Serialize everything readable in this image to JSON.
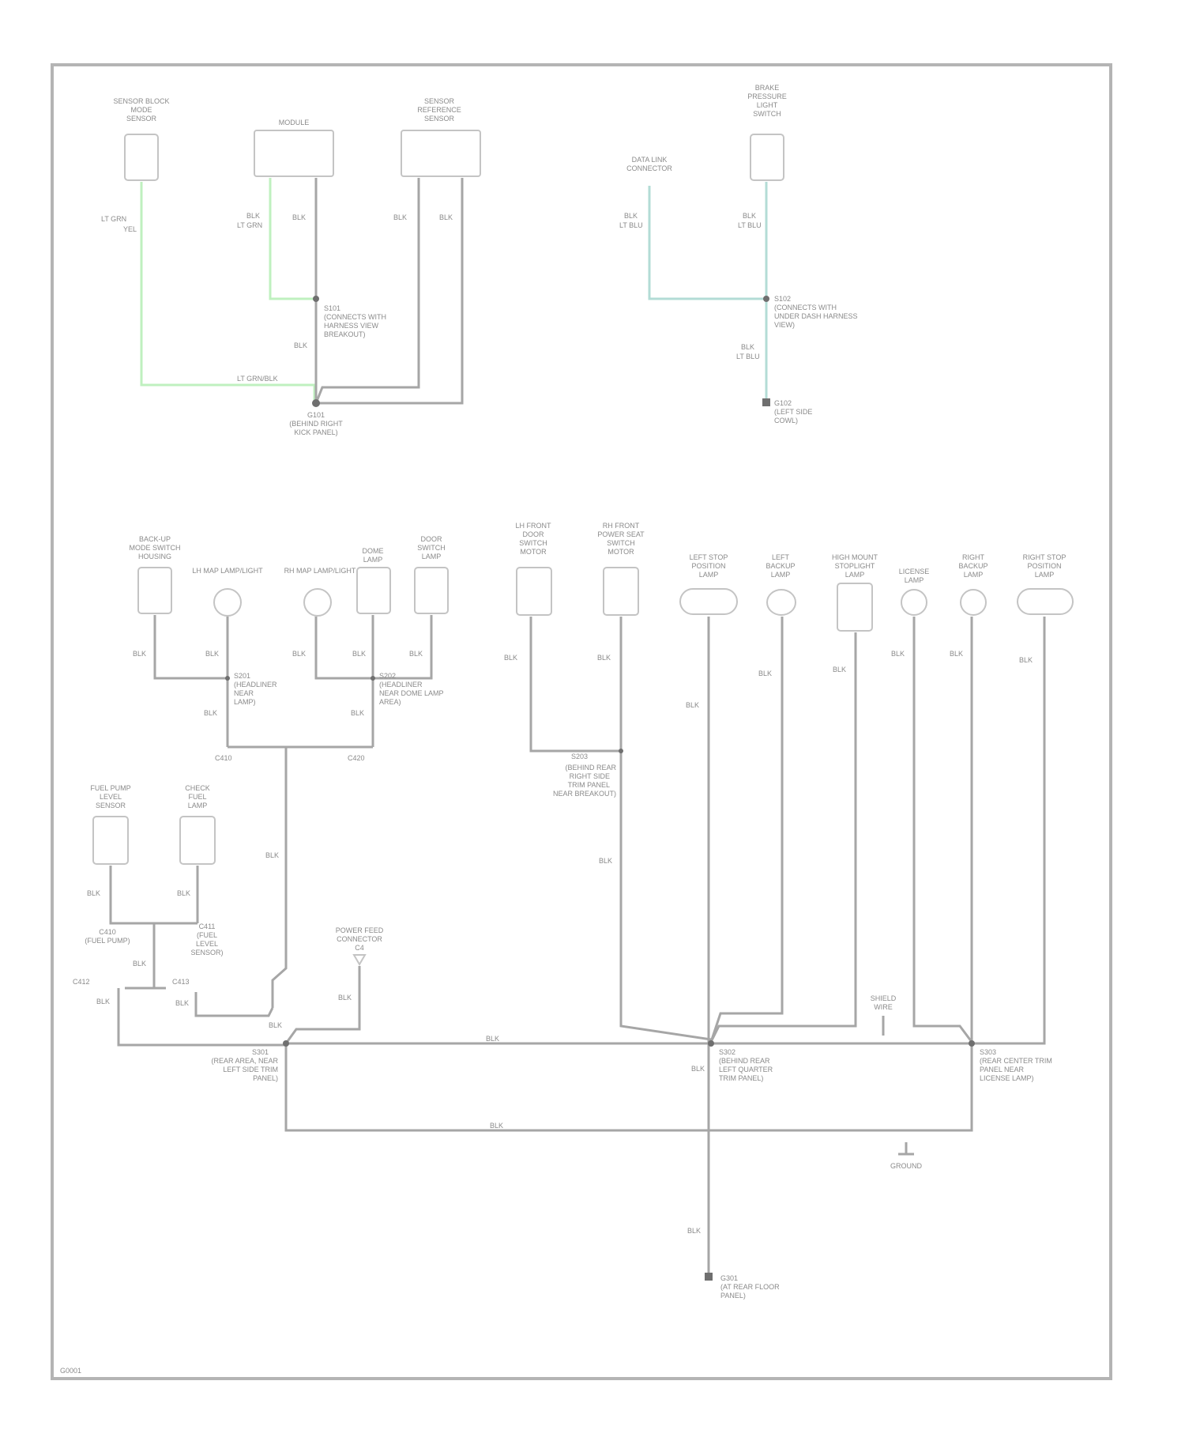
{
  "diagram": {
    "corner_text": "G0001",
    "components": {
      "top_left_sensor": [
        "SENSOR BLOCK",
        "MODE",
        "SENSOR"
      ],
      "top_module": [
        "MODULE"
      ],
      "top_pcm": [
        "SENSOR",
        "REFERENCE",
        "SENSOR"
      ],
      "top_right_connector": [
        "DATA LINK",
        "CONNECTOR"
      ],
      "top_right_sensor": [
        "BRAKE",
        "PRESSURE",
        "LIGHT",
        "SWITCH"
      ],
      "c1": [
        "BACK-UP",
        "MODE SWITCH",
        "HOUSING"
      ],
      "c2": [
        "LH MAP LAMP/LIGHT"
      ],
      "c3": [
        "RH MAP LAMP/LIGHT"
      ],
      "c4": [
        "DOME",
        "LAMP"
      ],
      "c5": [
        "DOOR",
        "SWITCH",
        "LAMP"
      ],
      "c6": [
        "LH FRONT",
        "DOOR",
        "SWITCH",
        "MOTOR"
      ],
      "c7": [
        "RH FRONT",
        "POWER SEAT",
        "SWITCH",
        "MOTOR"
      ],
      "c8": [
        "LEFT STOP",
        "POSITION",
        "LAMP"
      ],
      "c9": [
        "LEFT",
        "BACKUP",
        "LAMP"
      ],
      "c10": [
        "HIGH MOUNT",
        "STOPLIGHT",
        "LAMP"
      ],
      "c11": [
        "LICENSE",
        "LAMP"
      ],
      "c12": [
        "RIGHT",
        "BACKUP",
        "LAMP"
      ],
      "c13": [
        "RIGHT STOP",
        "POSITION",
        "LAMP"
      ],
      "c14": [
        "FUEL PUMP",
        "LEVEL",
        "SENSOR"
      ],
      "c15": [
        "CHECK",
        "FUEL",
        "LAMP"
      ],
      "fuel_filler": [
        "POWER FEED",
        "CONNECTOR",
        "C4"
      ]
    },
    "wire_labels": {
      "w_tl": [
        "LT GRN",
        "YEL"
      ],
      "w_mod_l": [
        "BLK",
        "LT GRN"
      ],
      "w_mod_r": "BLK",
      "w_pcm_l": "BLK",
      "w_pcm_r": "BLK",
      "w_main_top": "BLK",
      "w_green_h": "LT GRN/BLK",
      "w_tr_l": [
        "BLK",
        "LT BLU"
      ],
      "w_tr_r": [
        "BLK",
        "LT BLU"
      ],
      "w_tr_down": [
        "BLK",
        "LT BLU"
      ],
      "c1": "BLK",
      "c2": "BLK",
      "c3": "BLK",
      "c4": "BLK",
      "c5": "BLK",
      "lbus_l": "BLK",
      "lbus_r": "BLK",
      "c6": "BLK",
      "c7": "BLK",
      "c8": "BLK",
      "c9": "BLK",
      "c10": "BLK",
      "c11": "BLK",
      "c12": "BLK",
      "c13": "BLK",
      "mid_vert": "BLK",
      "door_down": "BLK",
      "c14": "BLK",
      "c15": "BLK",
      "fuel_bus": "BLK",
      "fuel_a": "BLK",
      "fuel_b": "BLK",
      "fuel_stub": "BLK",
      "fuel_feed": "BLK",
      "bus1": "BLK",
      "bus2": "BLK",
      "bus_left": "BLK",
      "center_down": "BLK"
    },
    "splices": {
      "s_mod": [
        "S101",
        "(CONNECTS WITH",
        "HARNESS VIEW",
        "BREAKOUT)"
      ],
      "g_left": [
        "G101",
        "(BEHIND RIGHT",
        "KICK PANEL)"
      ],
      "s_tr": [
        "S102",
        "(CONNECTS WITH",
        "UNDER DASH HARNESS",
        "VIEW)"
      ],
      "g_tr": [
        "G102",
        "(LEFT SIDE",
        "COWL)"
      ],
      "s_l1": [
        "S201",
        "(HEADLINER",
        "NEAR",
        "LAMP)"
      ],
      "s_l2": [
        "S202",
        "(HEADLINER",
        "NEAR DOME LAMP",
        "AREA)"
      ],
      "s_lb_l": "C410",
      "s_lb_r": "C420",
      "s_mid": [
        "S203",
        "(BEHIND REAR",
        "RIGHT SIDE",
        "TRIM PANEL",
        "NEAR BREAKOUT)"
      ],
      "c_fuel_l": [
        "C410",
        "(FUEL PUMP)"
      ],
      "c_fuel_r": [
        "C411",
        "(FUEL",
        "LEVEL",
        "SENSOR)"
      ],
      "c_fuel_x": "C412",
      "c_fuel_y": "C413",
      "s_bl": [
        "S301",
        "(REAR AREA, NEAR",
        "LEFT SIDE TRIM",
        "PANEL)"
      ],
      "s_bc": [
        "S302",
        "(BEHIND REAR",
        "LEFT QUARTER",
        "TRIM PANEL)"
      ],
      "s_br": [
        "S303",
        "(REAR CENTER TRIM",
        "PANEL NEAR",
        "LICENSE LAMP)"
      ],
      "g_bottom": [
        "G301",
        "(AT REAR FLOOR",
        "PANEL)"
      ],
      "shield": [
        "SHIELD",
        "WIRE"
      ],
      "ground_sym": "GROUND"
    }
  }
}
